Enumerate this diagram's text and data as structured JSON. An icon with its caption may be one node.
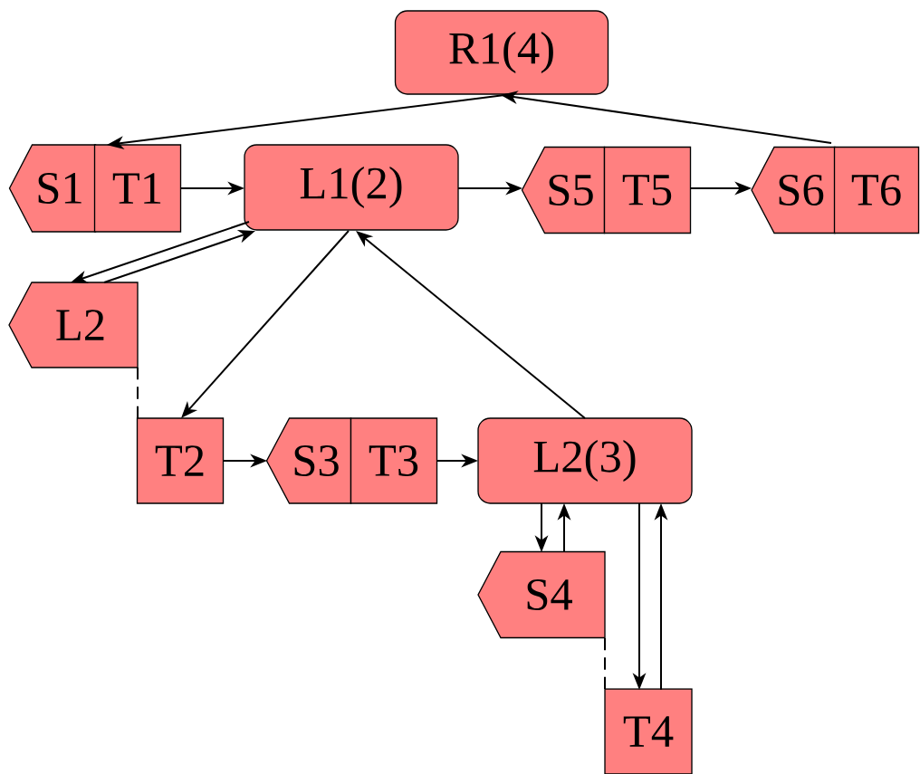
{
  "diagram": {
    "nodes": [
      {
        "text": [
          "R1(4)"
        ]
      },
      {
        "text": [
          "S1"
        ]
      },
      {
        "text": [
          "T1"
        ]
      },
      {
        "text": [
          "L1(2)"
        ]
      },
      {
        "text": [
          "S5"
        ]
      },
      {
        "text": [
          "T5"
        ]
      },
      {
        "text": [
          "S6"
        ]
      },
      {
        "text": [
          "T6"
        ]
      },
      {
        "text": [
          "L2"
        ]
      },
      {
        "text": [
          "T2"
        ]
      },
      {
        "text": [
          "S3"
        ]
      },
      {
        "text": [
          "T3"
        ]
      },
      {
        "text": [
          "L2(3)"
        ]
      },
      {
        "text": [
          "S4"
        ]
      },
      {
        "text": [
          "T4"
        ]
      }
    ],
    "edges": [
      {
        "from": 0,
        "to": 2,
        "arrow": "to"
      },
      {
        "from": 6,
        "to": 0,
        "arrow": "to"
      },
      {
        "from": 2,
        "to": 3,
        "arrow": "to"
      },
      {
        "from": 3,
        "to": 4,
        "arrow": "to"
      },
      {
        "from": 5,
        "to": 6,
        "arrow": "to"
      },
      {
        "from": 3,
        "to": 8,
        "arrow": "to"
      },
      {
        "from": 8,
        "to": 3,
        "arrow": "to"
      },
      {
        "from": 3,
        "to": 9,
        "arrow": "to"
      },
      {
        "from": 12,
        "to": 3,
        "arrow": "to"
      },
      {
        "from": 9,
        "to": 10,
        "arrow": "to"
      },
      {
        "from": 11,
        "to": 12,
        "arrow": "to"
      },
      {
        "from": 12,
        "to": 13,
        "arrow": "to"
      },
      {
        "from": 13,
        "to": 12,
        "arrow": "to"
      },
      {
        "from": 12,
        "to": 14,
        "arrow": "to"
      },
      {
        "from": 14,
        "to": 12,
        "arrow": "to"
      },
      {
        "from": 8,
        "to": 9,
        "arrow": "none",
        "style": "dashed"
      },
      {
        "from": 13,
        "to": 14,
        "arrow": "none",
        "style": "dashed"
      }
    ]
  }
}
